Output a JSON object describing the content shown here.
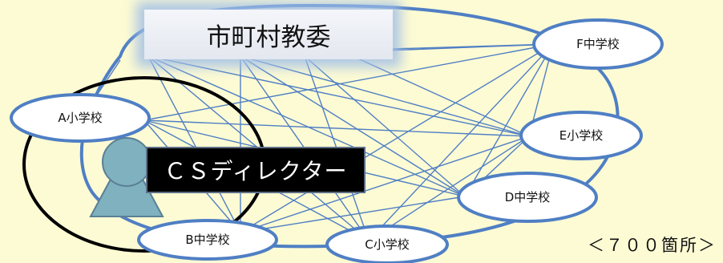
{
  "board_label": "市町村教委",
  "director_label": "ＣＳディレクター",
  "count_label": "＜７００箇所＞",
  "colors": {
    "background": "#fdfbd4",
    "line": "#4f7fc4",
    "node_fill": "#ffffff",
    "person": "#7fb1bf",
    "director_box": "#000000"
  },
  "schools": [
    {
      "id": "a",
      "label": "A小学校"
    },
    {
      "id": "b",
      "label": "B中学校"
    },
    {
      "id": "c",
      "label": "C小学校"
    },
    {
      "id": "d",
      "label": "D中学校"
    },
    {
      "id": "e",
      "label": "E小学校"
    },
    {
      "id": "f",
      "label": "F中学校"
    }
  ]
}
